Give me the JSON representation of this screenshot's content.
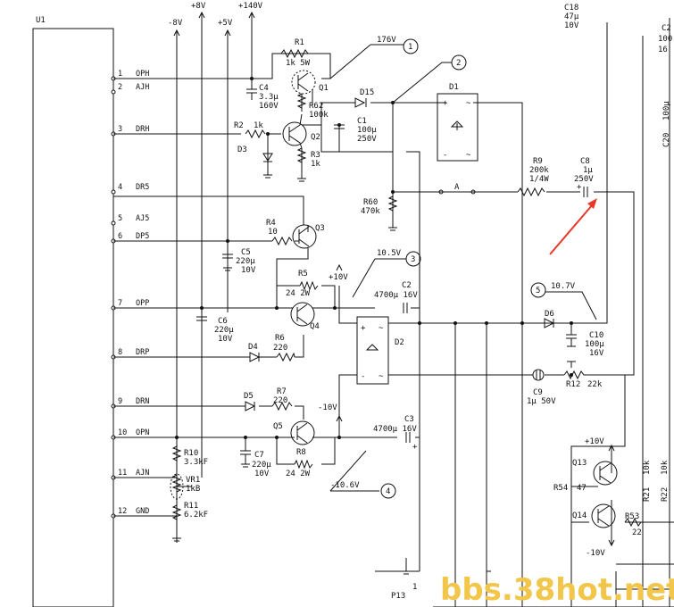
{
  "ic": {
    "name": "U1",
    "pins": [
      {
        "num": "1",
        "name": "OPH"
      },
      {
        "num": "2",
        "name": "AJH"
      },
      {
        "num": "3",
        "name": "DRH"
      },
      {
        "num": "4",
        "name": "DR5"
      },
      {
        "num": "5",
        "name": "AJ5"
      },
      {
        "num": "6",
        "name": "DP5"
      },
      {
        "num": "7",
        "name": "OPP"
      },
      {
        "num": "8",
        "name": "DRP"
      },
      {
        "num": "9",
        "name": "DRN"
      },
      {
        "num": "10",
        "name": "OPN"
      },
      {
        "num": "11",
        "name": "AJN"
      },
      {
        "num": "12",
        "name": "GND"
      }
    ]
  },
  "rails": {
    "neg8": "-8V",
    "pos8": "+8V",
    "pos5": "+5V",
    "pos140": "+140V"
  },
  "components": {
    "r1": {
      "ref": "R1",
      "val": "1k 5W"
    },
    "c4": {
      "ref": "C4",
      "val1": "3.3µ",
      "val2": "160V"
    },
    "q1": {
      "ref": "Q1"
    },
    "r62": {
      "ref": "R62",
      "val": "100k"
    },
    "r2": {
      "ref": "R2",
      "val": "1k"
    },
    "q2": {
      "ref": "Q2"
    },
    "d3": {
      "ref": "D3"
    },
    "r3": {
      "ref": "R3",
      "val": "1k"
    },
    "d15": {
      "ref": "D15"
    },
    "c1": {
      "ref": "C1",
      "val1": "100µ",
      "val2": "250V"
    },
    "d1": {
      "ref": "D1"
    },
    "r60": {
      "ref": "R60",
      "val": "470k"
    },
    "r9": {
      "ref": "R9",
      "val1": "200k",
      "val2": "1/4W"
    },
    "c8": {
      "ref": "C8",
      "val1": "1µ",
      "val2": "250V"
    },
    "node_a": "A",
    "r4": {
      "ref": "R4",
      "val": "10"
    },
    "q3": {
      "ref": "Q3"
    },
    "c5": {
      "ref": "C5",
      "val1": "220µ",
      "val2": "10V"
    },
    "r5": {
      "ref": "R5",
      "val": "24 2W"
    },
    "c2": {
      "ref": "C2",
      "val": "4700µ 16V"
    },
    "q4": {
      "ref": "Q4"
    },
    "c6": {
      "ref": "C6",
      "val1": "220µ",
      "val2": "10V"
    },
    "r6": {
      "ref": "R6",
      "val": "220"
    },
    "d4": {
      "ref": "D4"
    },
    "d2": {
      "ref": "D2"
    },
    "d6": {
      "ref": "D6"
    },
    "c10": {
      "ref": "C10",
      "val1": "100µ",
      "val2": "16V"
    },
    "c9": {
      "ref": "C9",
      "val": "1µ 50V"
    },
    "r12": {
      "ref": "R12",
      "val": "22k"
    },
    "d5": {
      "ref": "D5"
    },
    "r7": {
      "ref": "R7",
      "val": "220"
    },
    "q5": {
      "ref": "Q5"
    },
    "c7": {
      "ref": "C7",
      "val1": "220µ",
      "val2": "10V"
    },
    "r8": {
      "ref": "R8",
      "val": "24 2W"
    },
    "c3": {
      "ref": "C3",
      "val": "4700µ 16V"
    },
    "r10": {
      "ref": "R10",
      "val": "3.3kF"
    },
    "vr1": {
      "ref": "VR1",
      "val": "1kB"
    },
    "r11": {
      "ref": "R11",
      "val": "6.2kF"
    },
    "q13": {
      "ref": "Q13"
    },
    "q14": {
      "ref": "Q14"
    },
    "r54": {
      "ref": "R54",
      "val": "47"
    },
    "r53": {
      "ref": "R53",
      "val": "22"
    },
    "r21": {
      "ref": "R21",
      "val": "10k"
    },
    "r22": {
      "ref": "R22",
      "val": "10k"
    },
    "c18": {
      "ref": "C18",
      "val1": "47µ",
      "val2": "10V"
    },
    "c20": {
      "ref": "C20",
      "val": "100µ"
    },
    "c2x": {
      "ref": "C2",
      "val1": "100",
      "val2": "16"
    },
    "p13": {
      "ref": "P13",
      "pin": "1"
    }
  },
  "voltages": {
    "v176": "176V",
    "v105": "10.5V",
    "v107": "10.7V",
    "vn106": "-10.6V",
    "vn10": "-10V",
    "p10_a": "+10V",
    "p10_b": "+10V",
    "n10": "-10V"
  },
  "callouts": [
    "1",
    "2",
    "3",
    "4",
    "5"
  ],
  "watermark": "bbs.38hot.net",
  "colors": {
    "ink": "#111111",
    "arrow": "#e8382a",
    "watermark": "#f1c64a"
  }
}
